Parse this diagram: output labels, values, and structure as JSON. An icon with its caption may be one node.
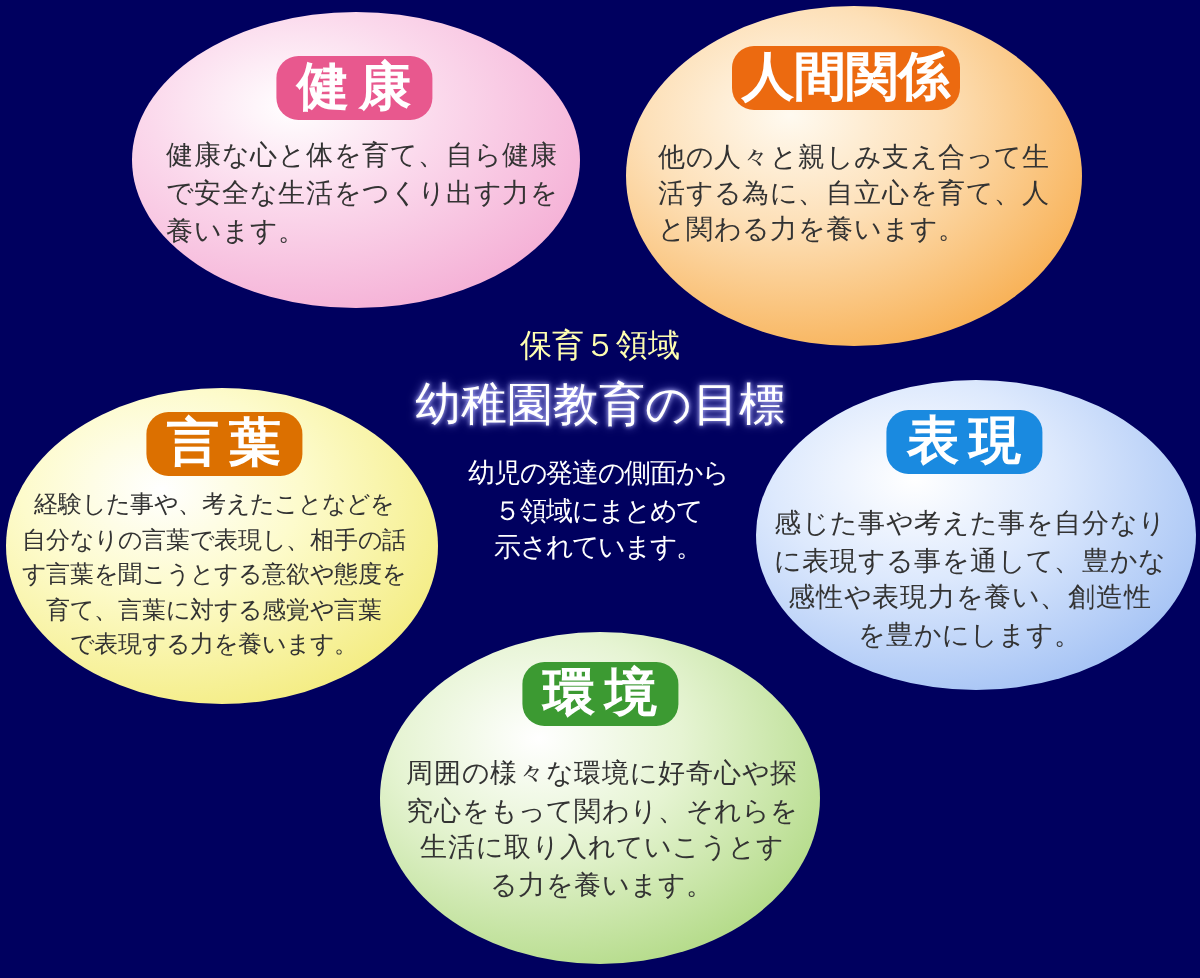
{
  "diagram": {
    "title": "幼稚園教育の目標",
    "nodes": [
      {
        "text": [
          "健康",
          "健康な心と体を育て、自ら健康で安全な生活をつくり出す力を養います。"
        ]
      },
      {
        "text": [
          "人間関係",
          "他の人々と親しみ支え合って生活する為に、自立心を育て、人と関わる力を養います。"
        ]
      },
      {
        "text": [
          "言葉",
          "経験した事や、考えたことなどを自分なりの言葉で表現し、相手の話す言葉を聞こうとする意欲や態度を育て、言葉に対する感覚や言葉で表現する力を養います。"
        ]
      },
      {
        "text": [
          "表現",
          "感じた事や考えた事を自分なりに表現する事を通して、豊かな感性や表現力を養い、創造性を豊かにします。"
        ]
      },
      {
        "text": [
          "環境",
          "周囲の様々な環境に好奇心や探究心をもって関わり、それらを生活に取り入れていこうとする力を養います。"
        ]
      }
    ],
    "labels": [
      "保育５領域",
      "幼児の発達の側面から５領域にまとめて示されています。"
    ]
  }
}
